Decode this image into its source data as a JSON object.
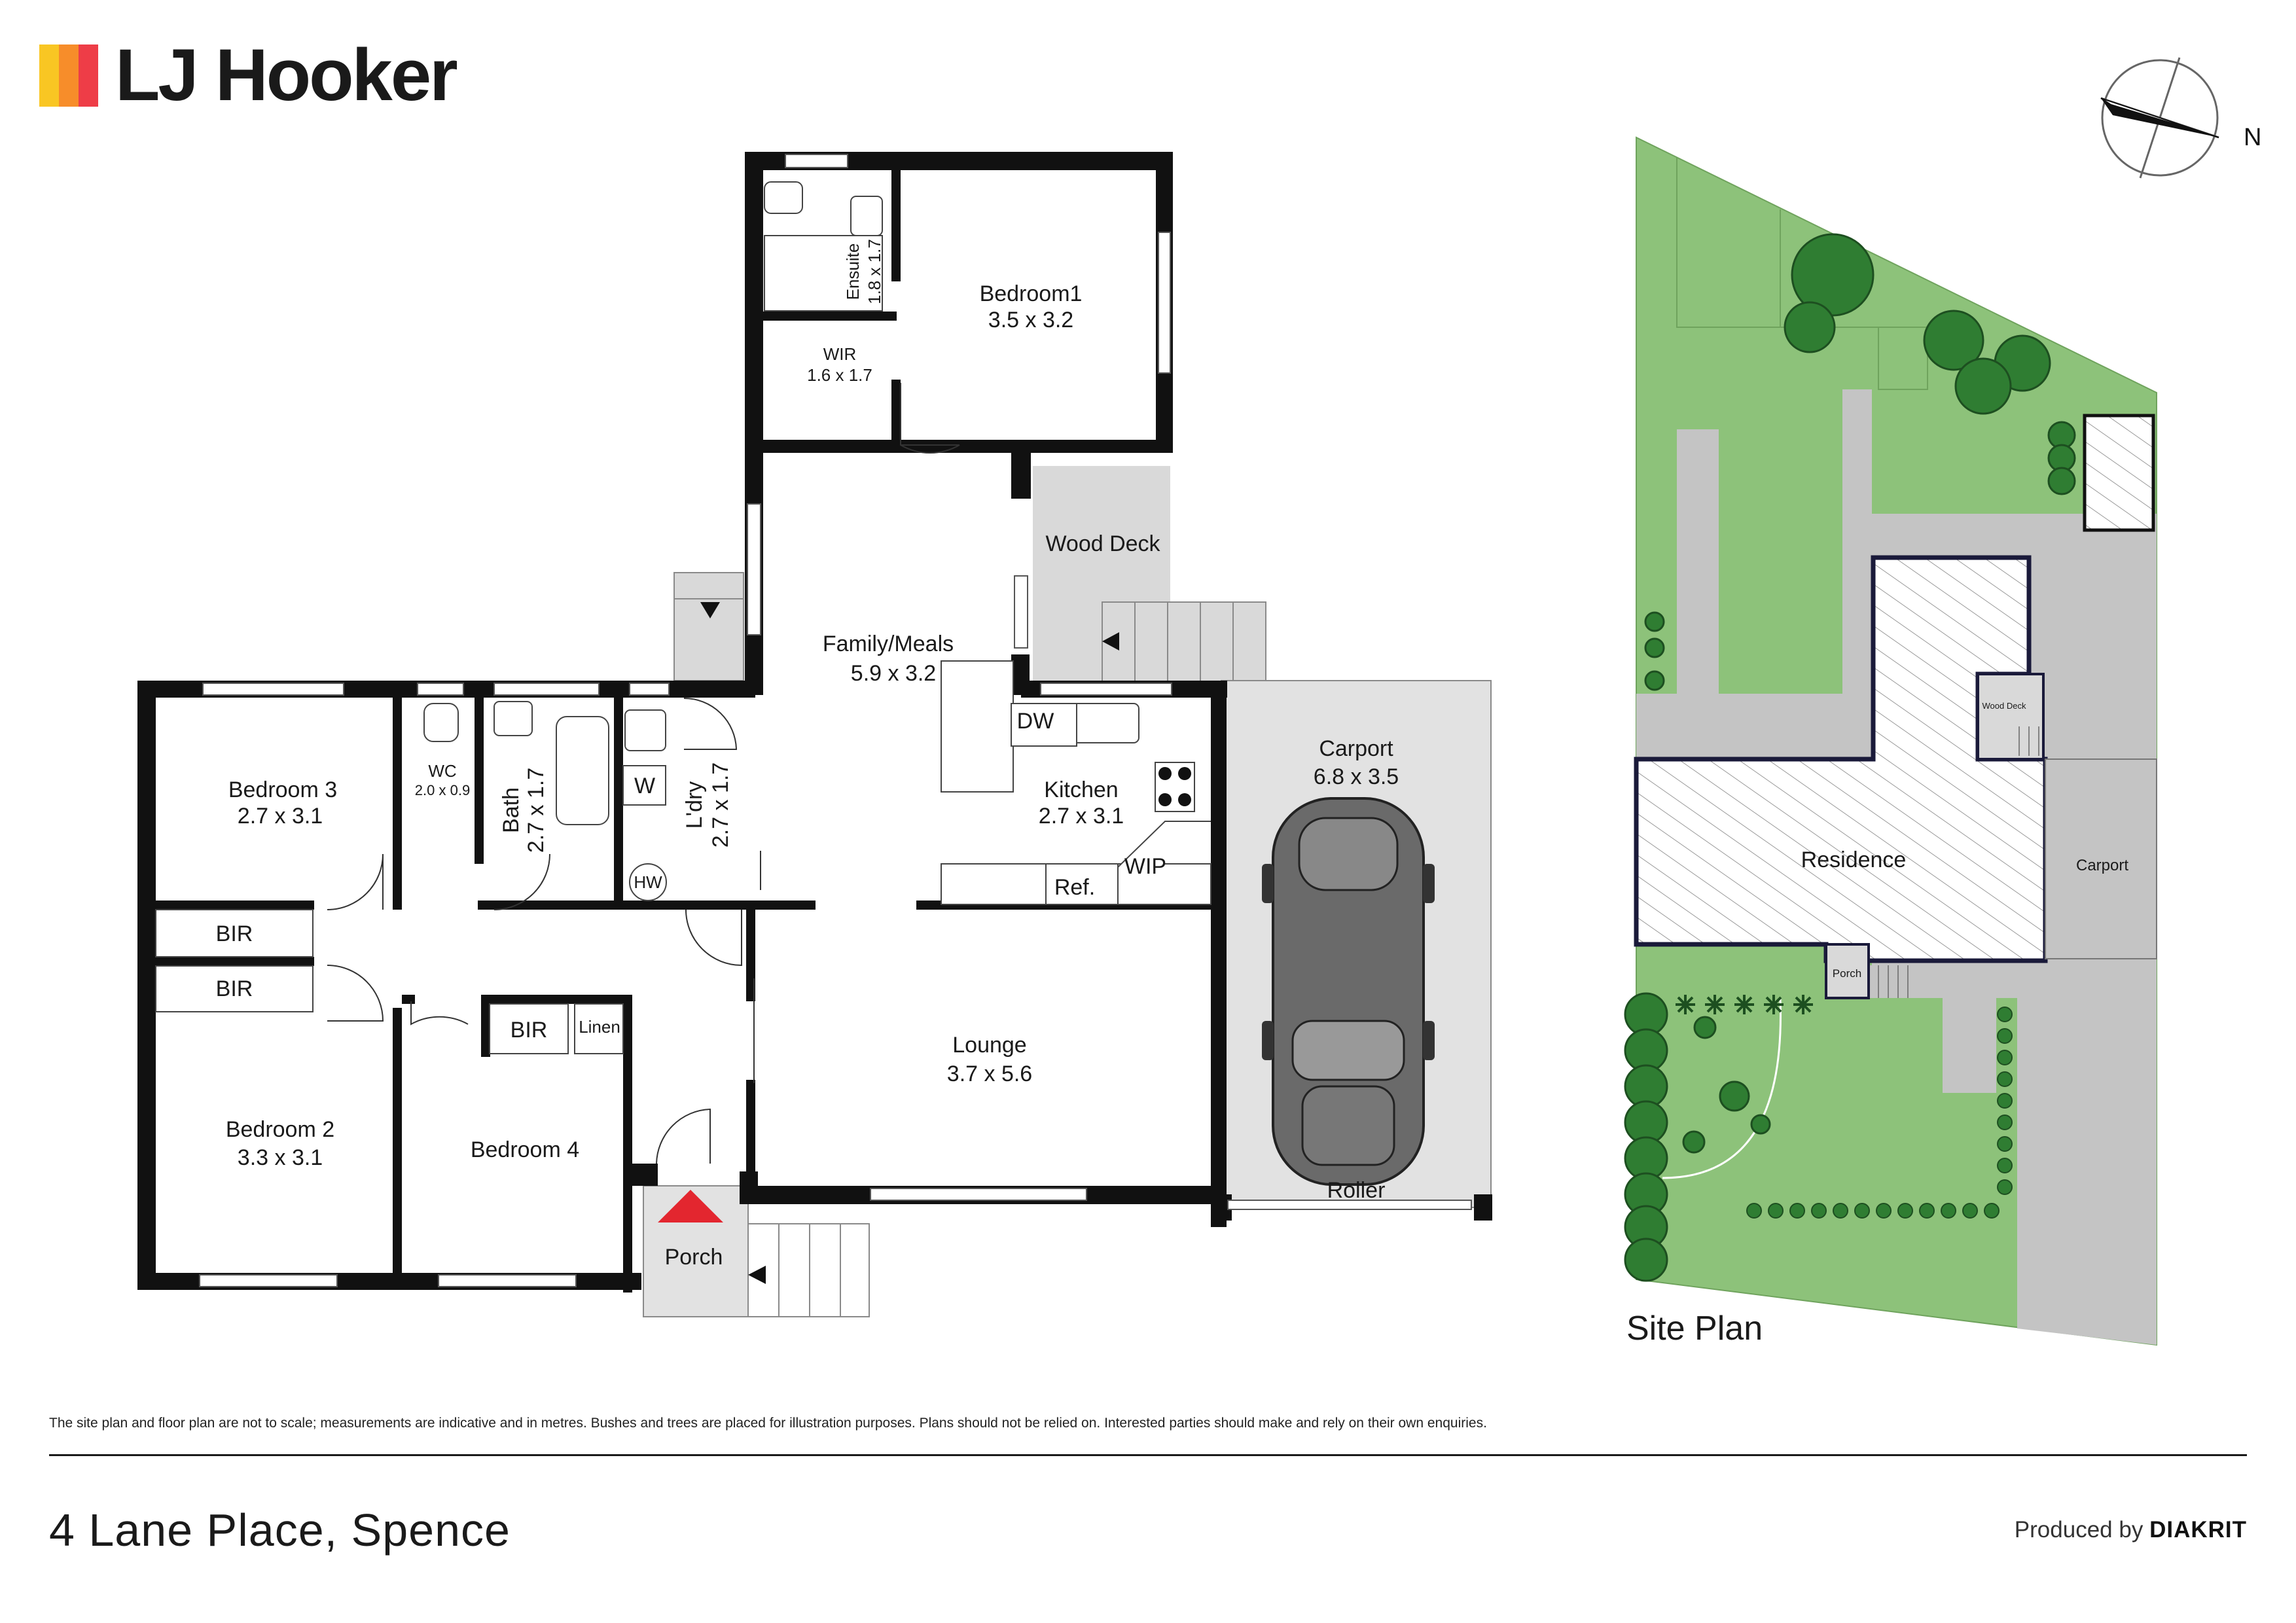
{
  "brand": {
    "name": "LJ Hooker",
    "bar_colors": [
      "#f9c623",
      "#f78d2a",
      "#ee3d47"
    ]
  },
  "floor_plan": {
    "rooms": {
      "bedroom1": {
        "name": "Bedroom1",
        "size": "3.5 x 3.2"
      },
      "ensuite": {
        "name": "Ensuite",
        "size": "1.8 x 1.7"
      },
      "wir": {
        "name": "WIR",
        "size": "1.6 x 1.7"
      },
      "wood_deck": {
        "name": "Wood Deck"
      },
      "family_meals": {
        "name": "Family/Meals",
        "size": "5.9 x 3.2"
      },
      "kitchen": {
        "name": "Kitchen",
        "size": "2.7 x 3.1"
      },
      "carport": {
        "name": "Carport",
        "size": "6.8 x 3.5"
      },
      "bedroom3": {
        "name": "Bedroom 3",
        "size": "2.7 x 3.1"
      },
      "wc": {
        "name": "WC",
        "size": "2.0 x 0.9"
      },
      "bath": {
        "name": "Bath",
        "size": "2.7 x 1.7"
      },
      "ldry": {
        "name": "L'dry",
        "size": "2.7 x 1.7"
      },
      "bedroom2": {
        "name": "Bedroom 2",
        "size": "3.3 x 3.1"
      },
      "bedroom4": {
        "name": "Bedroom 4"
      },
      "lounge": {
        "name": "Lounge",
        "size": "3.7 x 5.6"
      },
      "porch": {
        "name": "Porch"
      }
    },
    "fixtures": {
      "bir1": "BIR",
      "bir2": "BIR",
      "bir3": "BIR",
      "linen": "Linen",
      "dw": "DW",
      "wip": "WIP",
      "ref": "Ref.",
      "w": "W",
      "hw": "HW",
      "roller": "Roller"
    }
  },
  "site_plan": {
    "title": "Site Plan",
    "labels": {
      "residence": "Residence",
      "carport": "Carport",
      "wood_deck": "Wood Deck",
      "porch": "Porch"
    },
    "compass": "N"
  },
  "colors": {
    "wall": "#111111",
    "lawn": "#8dc27a",
    "tree": "#2f7d32",
    "paving": "#c4c4c4",
    "deck": "#d9d9d9",
    "carport_floor": "#e2e2e2",
    "entry_marker": "#e3262f"
  },
  "footer": {
    "disclaimer": "The site plan and floor plan are not to scale; measurements are indicative and in metres. Bushes and trees are placed for illustration purposes. Plans should not be relied on. Interested parties should make and rely on their own enquiries.",
    "address": "4 Lane Place, Spence",
    "produced_by": "Produced by",
    "producer": "DIAKRIT"
  }
}
